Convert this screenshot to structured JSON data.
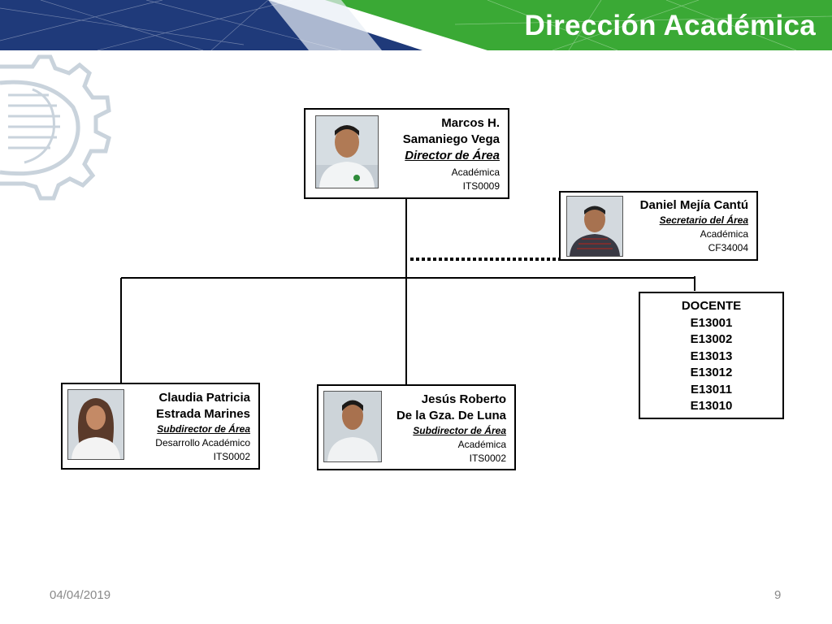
{
  "slide": {
    "title": "Dirección Académica",
    "date": "04/04/2019",
    "page_number": "9"
  },
  "colors": {
    "header_blue": "#1f3a7a",
    "header_green": "#3aa935",
    "logo_gray": "#c9d3dc"
  },
  "org": {
    "director": {
      "name_line1": "Marcos H.",
      "name_line2": "Samaniego Vega",
      "role": "Director de Área",
      "area": "Académica",
      "code": "ITS0009"
    },
    "secretary": {
      "name": "Daniel Mejía Cantú",
      "role": "Secretario del Área",
      "area": "Académica",
      "code": "CF34004"
    },
    "subdirector_left": {
      "name_line1": "Claudia Patricia",
      "name_line2": "Estrada Marines",
      "role": "Subdirector de Área",
      "area": "Desarrollo Académico",
      "code": "ITS0002"
    },
    "subdirector_center": {
      "name_line1": "Jesús Roberto",
      "name_line2": "De la Gza. De Luna",
      "role": "Subdirector de Área",
      "area": "Académica",
      "code": "ITS0002"
    },
    "docente": {
      "title": "DOCENTE",
      "codes": [
        "E13001",
        "E13002",
        "E13013",
        "E13012",
        "E13011",
        "E13010"
      ]
    }
  }
}
